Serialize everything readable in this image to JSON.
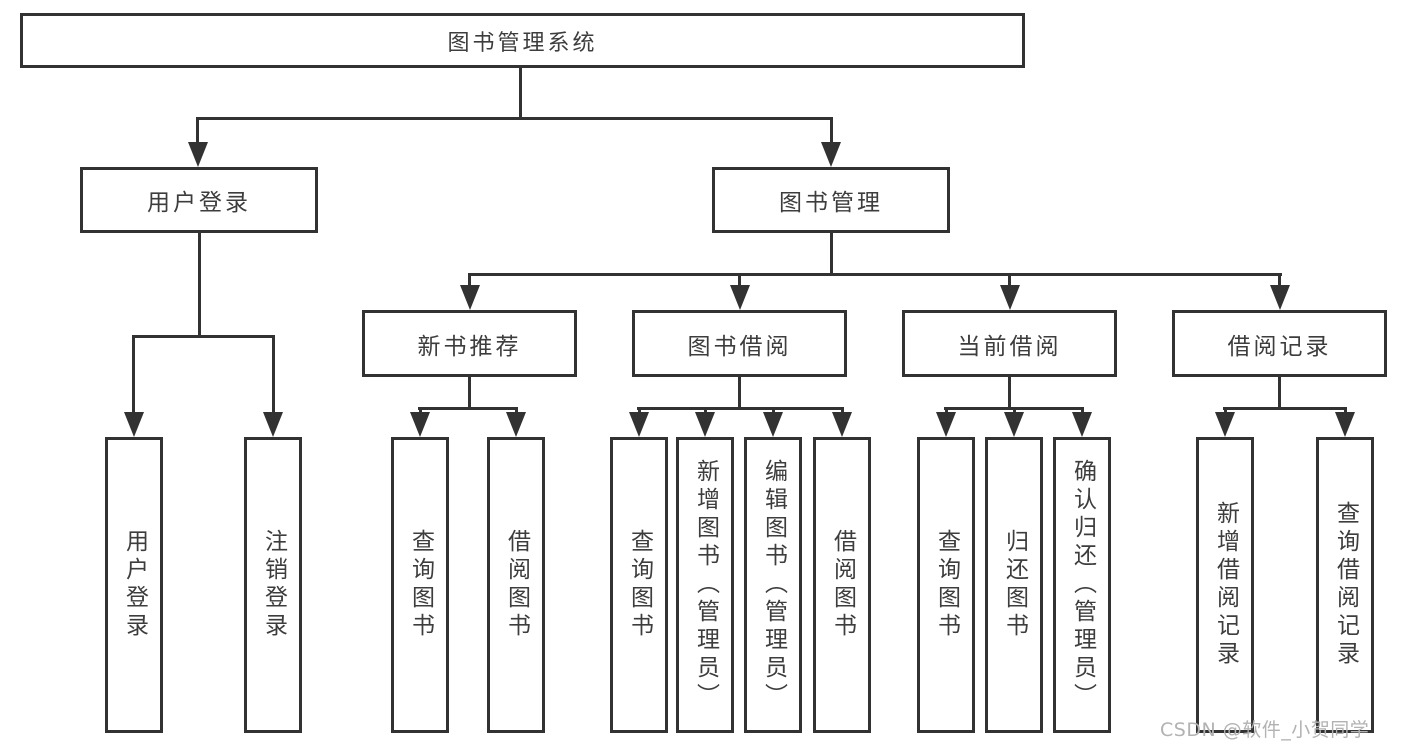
{
  "diagram": {
    "root": {
      "label": "图书管理系统"
    },
    "level2": [
      {
        "label": "用户登录"
      },
      {
        "label": "图书管理"
      }
    ],
    "level3": [
      {
        "label": "新书推荐"
      },
      {
        "label": "图书借阅"
      },
      {
        "label": "当前借阅"
      },
      {
        "label": "借阅记录"
      }
    ],
    "leaves": {
      "user_login": [
        "用户登录",
        "注销登录"
      ],
      "new_book": [
        "查询图书",
        "借阅图书"
      ],
      "book_borrow": [
        "查询图书",
        "新增图书（管理员）",
        "编辑图书（管理员）",
        "借阅图书"
      ],
      "current_borrow": [
        "查询图书",
        "归还图书",
        "确认归还（管理员）"
      ],
      "borrow_records": [
        "新增借阅记录",
        "查询借阅记录"
      ]
    }
  },
  "watermark": {
    "text": "CSDN @软件_小贺同学"
  },
  "colors": {
    "line": "#323232",
    "text": "#3d3d3d",
    "watermark": "#b2b2b2",
    "background": "#ffffff"
  }
}
